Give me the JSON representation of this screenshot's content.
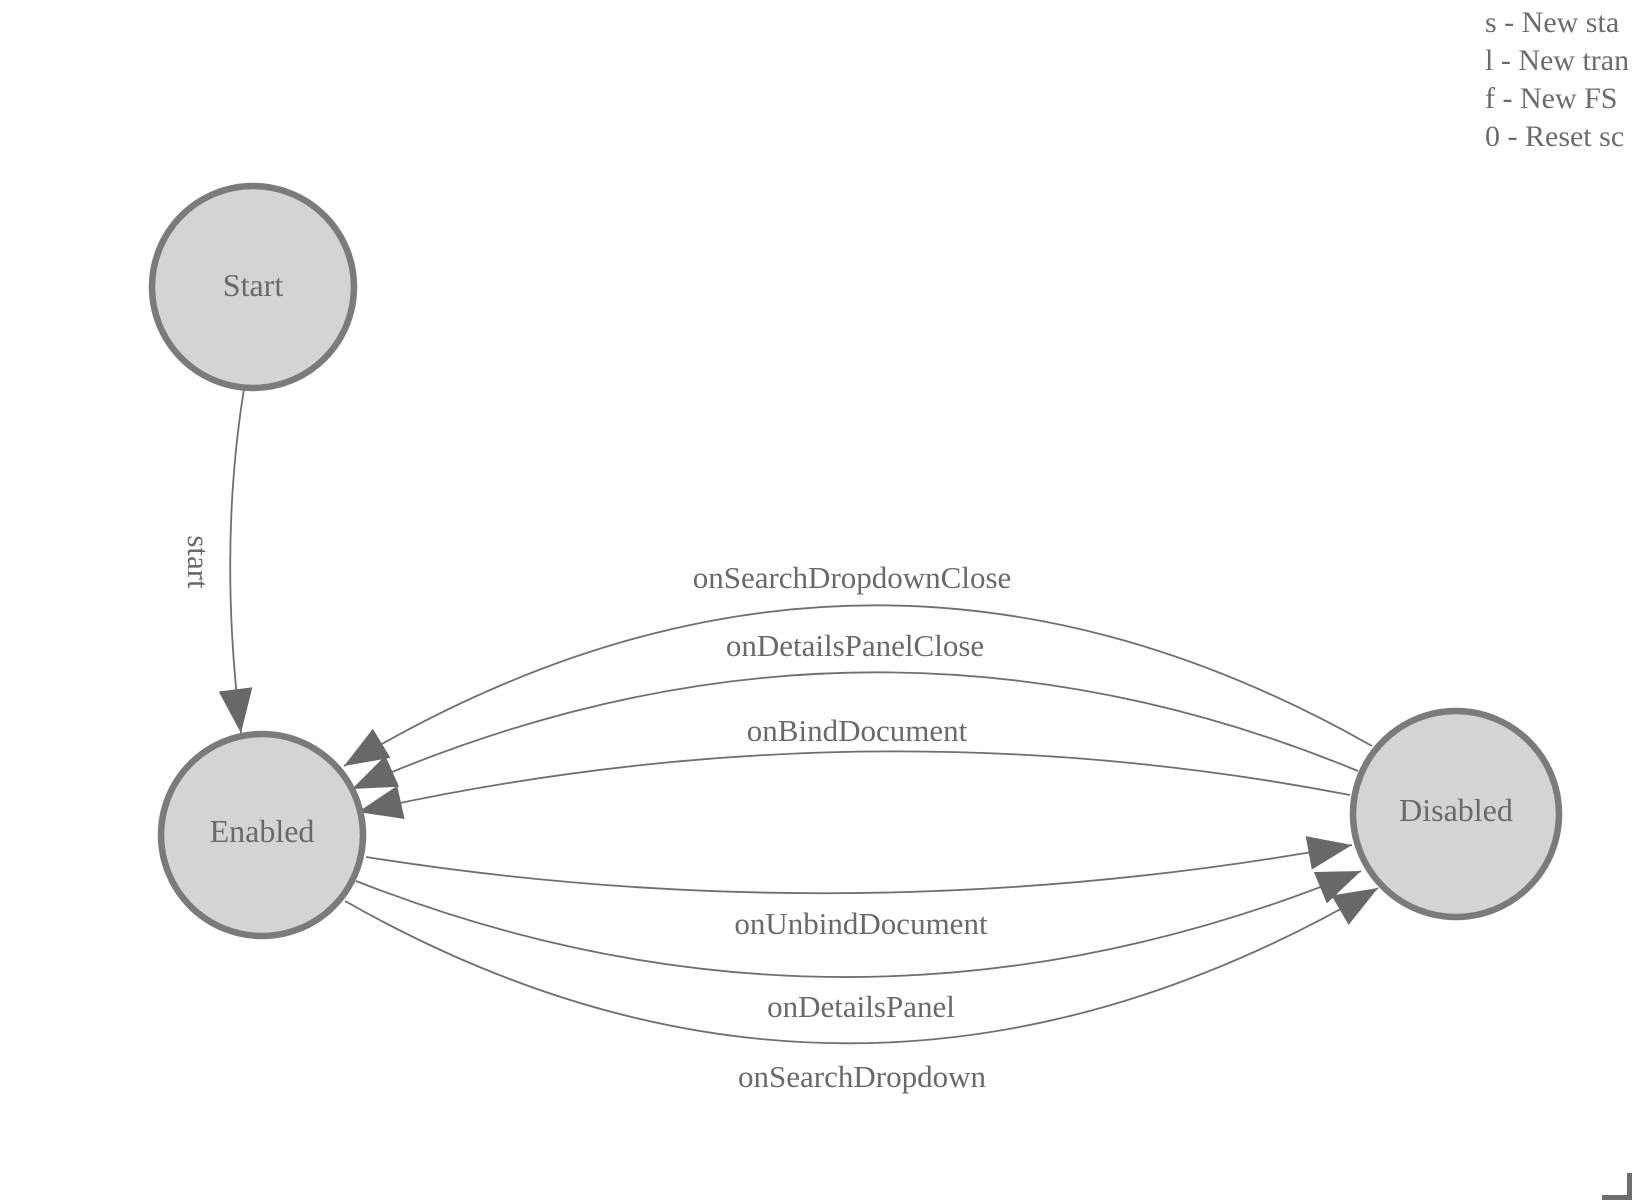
{
  "legend": {
    "lines": [
      "s - New sta",
      "l - New tran",
      "f - New FS",
      "0 - Reset sc"
    ]
  },
  "diagram": {
    "states": [
      {
        "id": "start",
        "label": "Start"
      },
      {
        "id": "enabled",
        "label": "Enabled"
      },
      {
        "id": "disabled",
        "label": "Disabled"
      }
    ],
    "transitions": [
      {
        "label": "start",
        "from": "Start",
        "to": "Enabled"
      },
      {
        "label": "onSearchDropdownClose",
        "from": "Disabled",
        "to": "Enabled"
      },
      {
        "label": "onDetailsPanelClose",
        "from": "Disabled",
        "to": "Enabled"
      },
      {
        "label": "onBindDocument",
        "from": "Disabled",
        "to": "Enabled"
      },
      {
        "label": "onUnbindDocument",
        "from": "Enabled",
        "to": "Disabled"
      },
      {
        "label": "onDetailsPanel",
        "from": "Enabled",
        "to": "Disabled"
      },
      {
        "label": "onSearchDropdown",
        "from": "Enabled",
        "to": "Disabled"
      }
    ]
  },
  "colors": {
    "node_fill": "#d4d4d4",
    "node_stroke": "#7b7b7b",
    "edge_stroke": "#6f6f6f",
    "arrowhead_fill": "#686868",
    "label_text": "#696969",
    "legend_text": "#6b6b6b"
  }
}
